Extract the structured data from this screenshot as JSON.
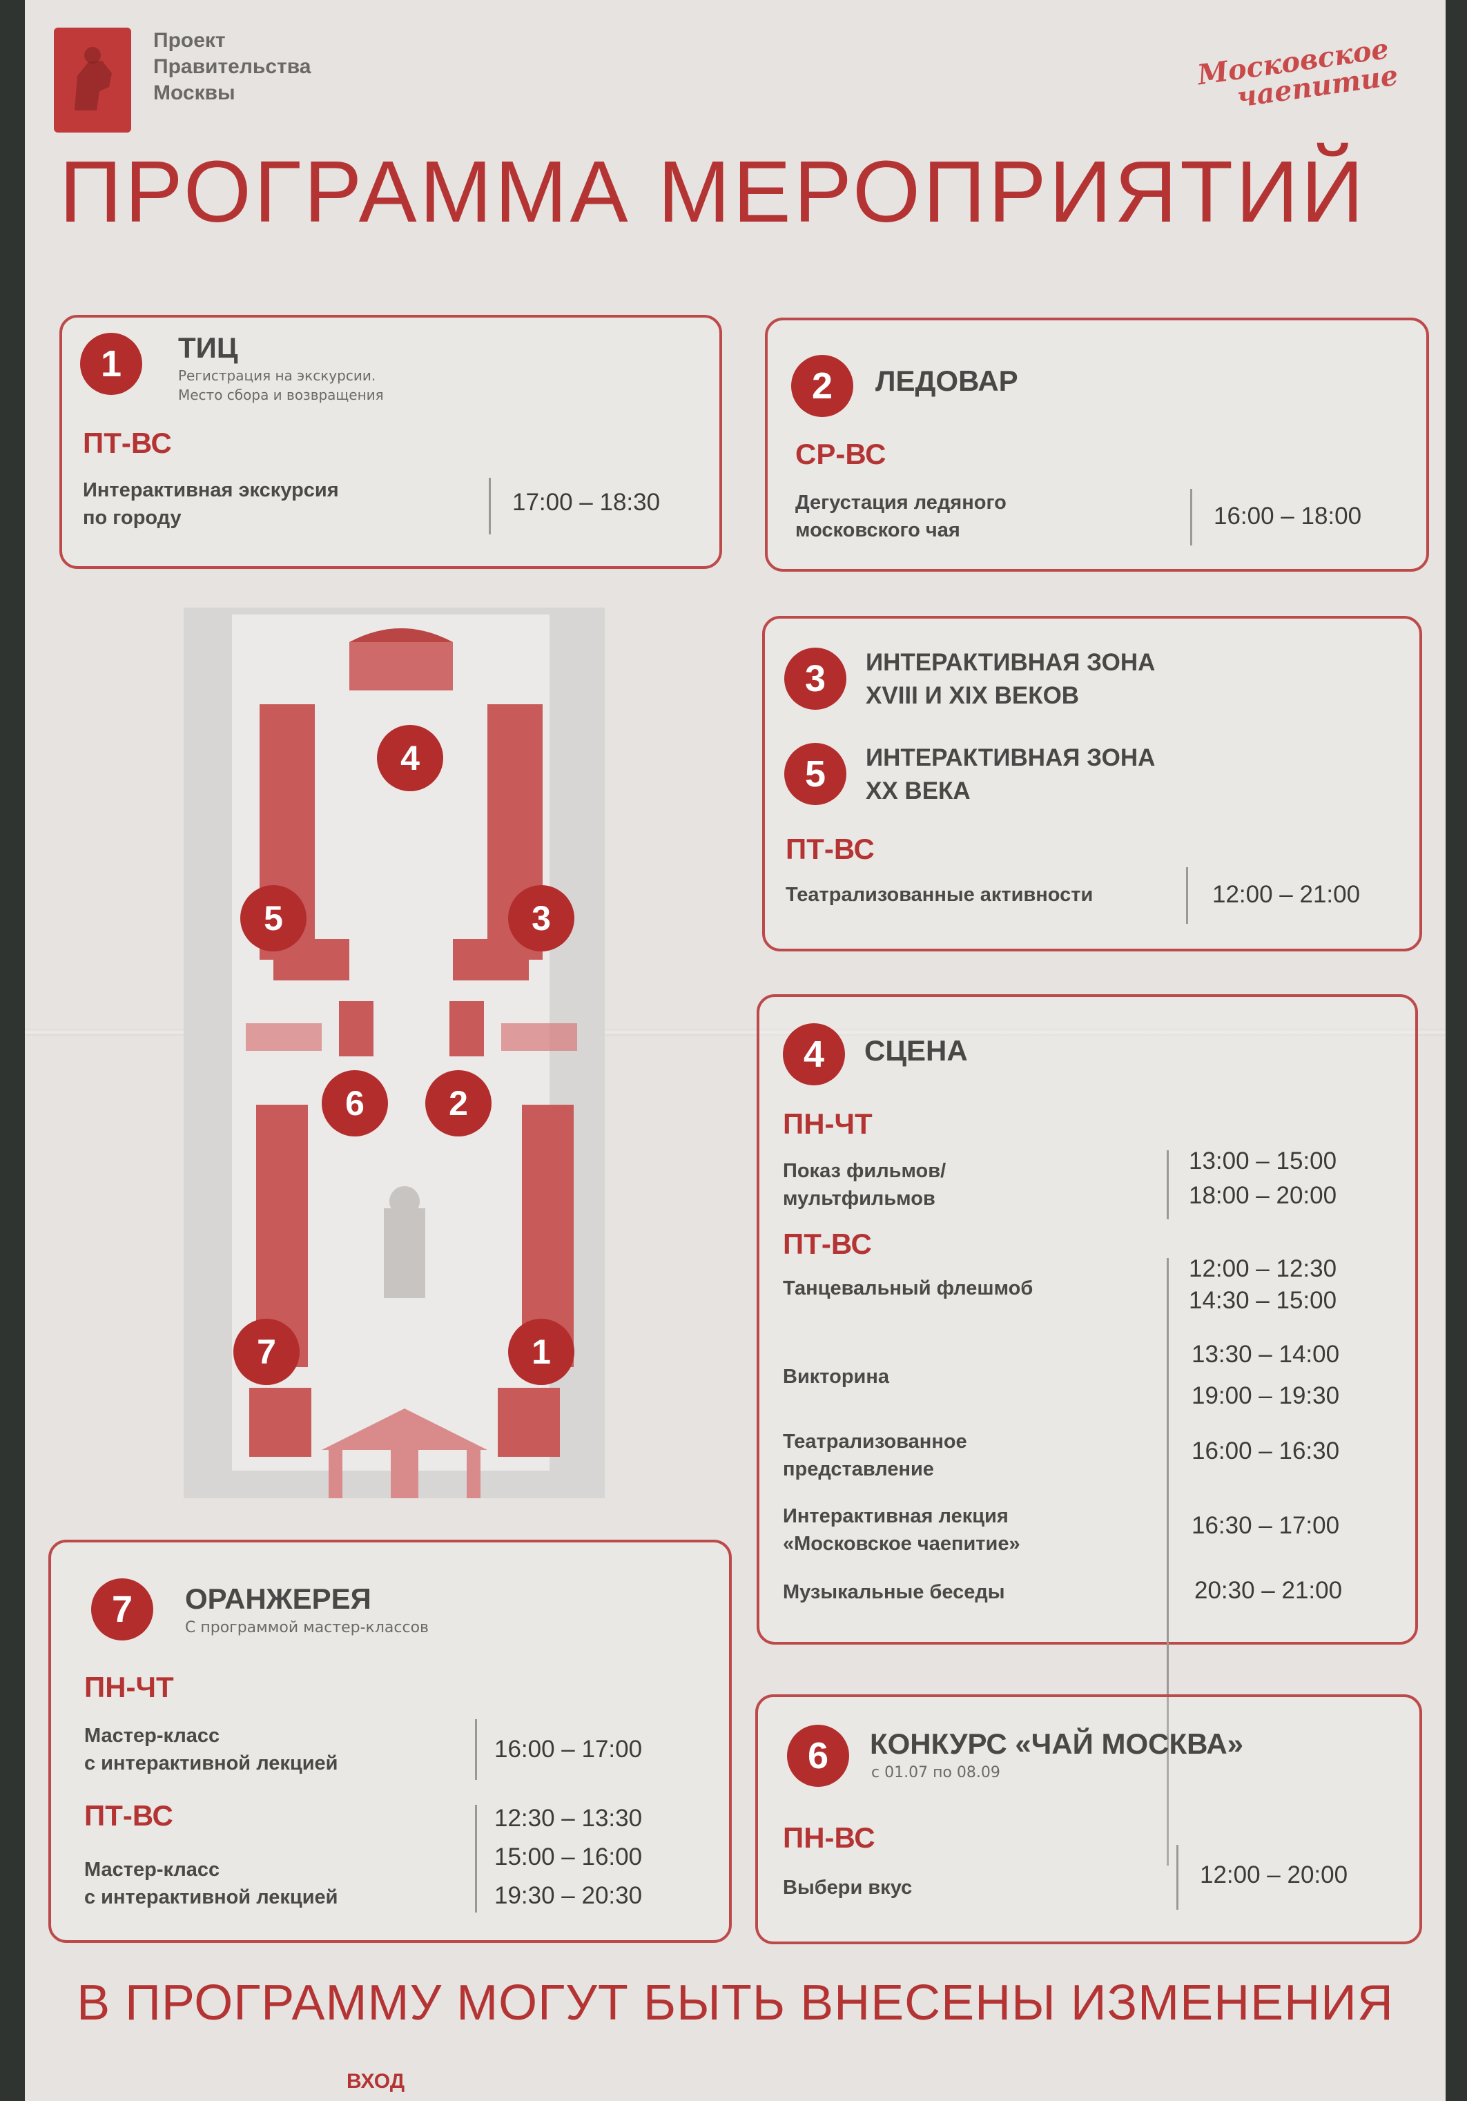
{
  "header": {
    "project_lines": [
      "Проект",
      "Правительства",
      "Москвы"
    ],
    "brand_lines": [
      "Московское",
      "чаепитие"
    ],
    "title": "ПРОГРАММА МЕРОПРИЯТИЙ"
  },
  "zones": {
    "z1": {
      "number": "1",
      "name": "ТИЦ",
      "sub_lines": [
        "Регистрация на экскурсии.",
        "Место сбора и возвращения"
      ],
      "day": "ПТ-ВС",
      "act_lines": [
        "Интерактивная экскурсия",
        "по городу"
      ],
      "time": "17:00 – 18:30"
    },
    "z2": {
      "number": "2",
      "name": "ЛЕДОВАР",
      "day": "СР-ВС",
      "act_lines": [
        "Дегустация ледяного",
        "московского чая"
      ],
      "time": "16:00 – 18:00"
    },
    "z35": {
      "n3": "3",
      "name3_lines": [
        "ИНТЕРАКТИВНАЯ ЗОНА",
        "XVIII И XIX ВЕКОВ"
      ],
      "n5": "5",
      "name5_lines": [
        "ИНТЕРАКТИВНАЯ ЗОНА",
        "XX ВЕКА"
      ],
      "day": "ПТ-ВС",
      "act": "Театрализованные активности",
      "time": "12:00 – 21:00"
    },
    "z4": {
      "number": "4",
      "name": "СЦЕНА",
      "day1": "ПН-ЧТ",
      "r1_lines": [
        "Показ фильмов/",
        "мультфильмов"
      ],
      "r1_times": [
        "13:00 – 15:00",
        "18:00 – 20:00"
      ],
      "day2": "ПТ-ВС",
      "r2": "Танцевальный флешмоб",
      "r2_times": [
        "12:00 – 12:30",
        "14:30 – 15:00"
      ],
      "r3": "Викторина",
      "r3_times": [
        "13:30 – 14:00",
        "19:00 – 19:30"
      ],
      "r4_lines": [
        "Театрализованное",
        "представление"
      ],
      "r4_time": "16:00 – 16:30",
      "r5_lines": [
        "Интерактивная лекция",
        "«Московское чаепитие»"
      ],
      "r5_time": "16:30 – 17:00",
      "r6": "Музыкальные беседы",
      "r6_time": "20:30 – 21:00"
    },
    "z6": {
      "number": "6",
      "name": "КОНКУРС «ЧАЙ МОСКВА»",
      "sub": "с 01.07 по 08.09",
      "day": "ПН-ВС",
      "act": "Выбери вкус",
      "time": "12:00 – 20:00"
    },
    "z7": {
      "number": "7",
      "name": "ОРАНЖЕРЕЯ",
      "sub": "С программой мастер-классов",
      "day1": "ПН-ЧТ",
      "r1_lines": [
        "Мастер-класс",
        "с интерактивной лекцией"
      ],
      "r1_time": "16:00 – 17:00",
      "day2": "ПТ-ВС",
      "r2_lines": [
        "Мастер-класс",
        "с интерактивной лекцией"
      ],
      "r2_times": [
        "12:30 – 13:30",
        "15:00 – 16:00",
        "19:30 – 20:30"
      ]
    }
  },
  "map": {
    "markers": [
      "4",
      "5",
      "3",
      "6",
      "2",
      "7",
      "1"
    ],
    "entrance": "ВХОД"
  },
  "footer": "В ПРОГРАММУ МОГУТ БЫТЬ ВНЕСЕНЫ ИЗМЕНЕНИЯ",
  "colors": {
    "accent": "#b43434",
    "badge": "#b32d2d",
    "paper": "#e6e3e0"
  }
}
